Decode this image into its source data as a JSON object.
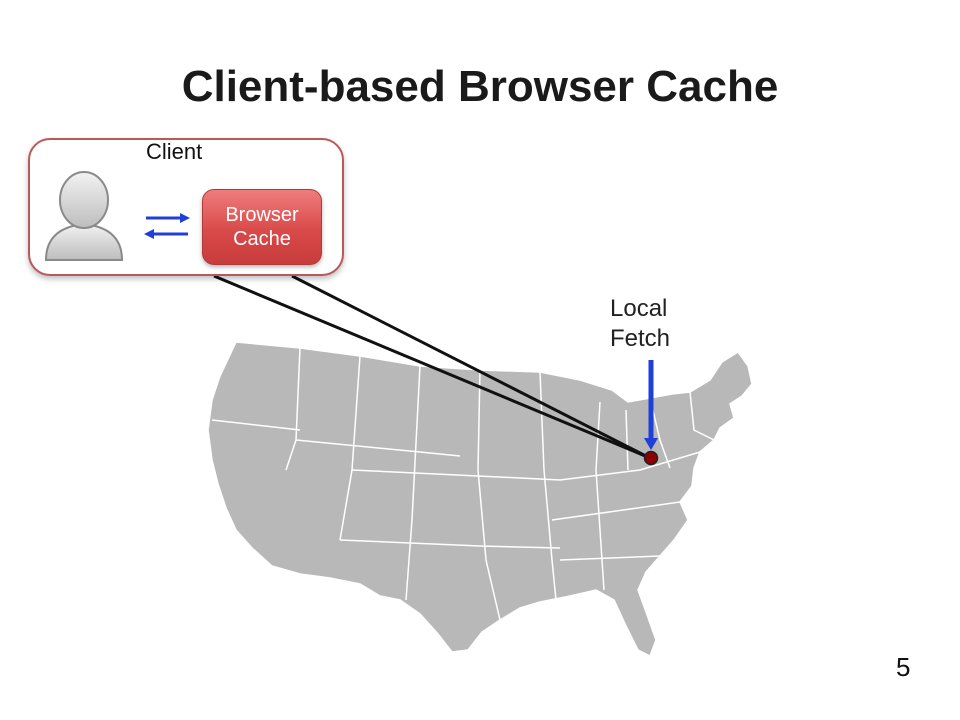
{
  "slide": {
    "title": "Client-based Browser Cache",
    "page_number": "5"
  },
  "client": {
    "label": "Client",
    "avatar_icon": "user-avatar-icon",
    "arrows_icon": "bidirectional-arrows-icon",
    "cache_line1": "Browser",
    "cache_line2": "Cache"
  },
  "fetch": {
    "line1": "Local",
    "line2": "Fetch",
    "arrow_icon": "down-arrow-icon"
  },
  "map": {
    "icon": "usa-map-icon",
    "marker_icon": "location-dot-icon"
  },
  "colors": {
    "client_border": "#b85a5a",
    "cache_fill": "#d94a4a",
    "map_fill": "#b8b8b8",
    "arrow_blue": "#1f3fd8",
    "marker": "#8b0000"
  }
}
